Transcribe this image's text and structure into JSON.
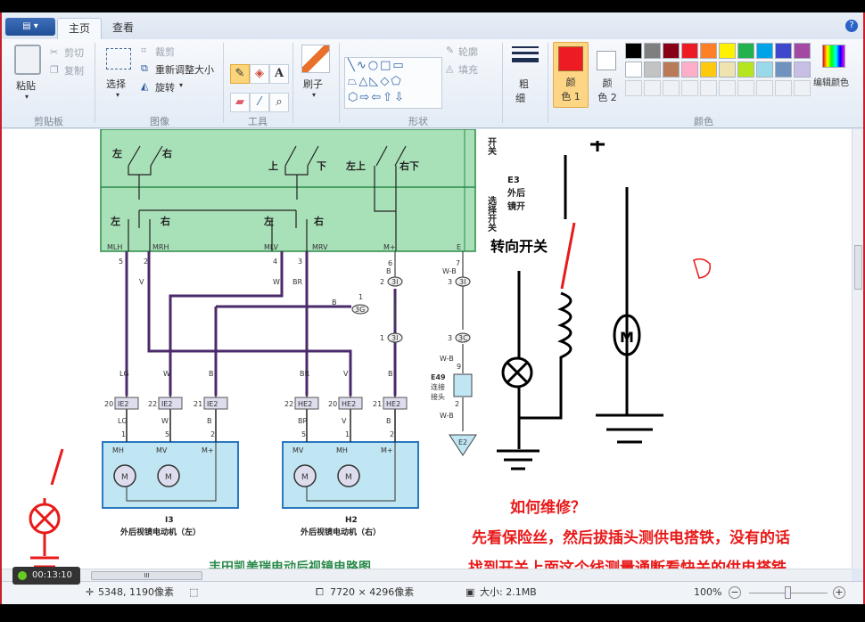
{
  "app": {
    "menu_icon": "paint-menu-icon",
    "tabs": [
      {
        "label": "主页",
        "active": true
      },
      {
        "label": "查看",
        "active": false
      }
    ]
  },
  "ribbon": {
    "clipboard": {
      "paste": "粘贴",
      "cut": "剪切",
      "copy": "复制",
      "group": "剪贴板"
    },
    "image": {
      "select": "选择",
      "crop": "裁剪",
      "resize": "重新调整大小",
      "rotate": "旋转",
      "group": "图像"
    },
    "tools": {
      "group": "工具",
      "text_glyph": "A",
      "active": "pencil"
    },
    "brushes": {
      "label": "刷子"
    },
    "shapes": {
      "outline": "轮廓",
      "fill": "填充",
      "group": "形状"
    },
    "size": {
      "label1": "粗",
      "label2": "细"
    },
    "color1": {
      "label1": "颜",
      "label2": "色 1",
      "value": "#ed1c24"
    },
    "color2": {
      "label1": "颜",
      "label2": "色 2",
      "value": "#ffffff"
    },
    "palette_row1": [
      "#000000",
      "#7f7f7f",
      "#880015",
      "#ed1c24",
      "#ff7f27",
      "#fff200",
      "#22b14c",
      "#00a2e8",
      "#3f48cc",
      "#a349a4"
    ],
    "palette_row2": [
      "#ffffff",
      "#c3c3c3",
      "#b97a57",
      "#ffaec9",
      "#ffc90e",
      "#efe4b0",
      "#b5e61d",
      "#99d9ea",
      "#7092be",
      "#c8bfe7"
    ],
    "edit_colors": "编辑颜色",
    "colors_group": "颜色"
  },
  "diagram": {
    "title": "丰田凯美瑞电动后视镜电路图",
    "switch_labels": {
      "left": "左",
      "right": "右",
      "up": "上",
      "down": "下",
      "upleft": "左上",
      "downright": "右下",
      "sw1": "开关",
      "sw2": "选择开关"
    },
    "e3": [
      "E3",
      "外后",
      "镜开"
    ],
    "terminals": [
      "MLH",
      "MRH",
      "MLV",
      "MRV",
      "M+",
      "E"
    ],
    "pins": [
      "5",
      "2",
      "4",
      "3",
      "6",
      "7"
    ],
    "wires_top": [
      "V",
      "W",
      "BR",
      "B",
      "W-B"
    ],
    "connectors": {
      "c31a": "3I",
      "c31b": "3I",
      "c3i2": "3I",
      "c3g": "3G",
      "c3c": "3C",
      "pin_2": "2",
      "pin_3": "3",
      "pin_1": "1",
      "pin_1b": "1",
      "pin_3c": "3",
      "b": "B"
    },
    "e49": [
      "W-B",
      "9",
      "E49",
      "连接",
      "接头",
      "2",
      "W-B",
      "E2"
    ],
    "left_motor": {
      "wires": [
        "LG",
        "W",
        "B"
      ],
      "pins": [
        "20",
        "22",
        "21"
      ],
      "conn": "IE2",
      "wires2": [
        "LG",
        "W",
        "B"
      ],
      "pins2": [
        "1",
        "5",
        "2"
      ],
      "terms": [
        "MH",
        "MV",
        "M+"
      ],
      "id": "I3",
      "name": "外后视镜电动机（左）"
    },
    "right_motor": {
      "wires": [
        "BR",
        "V",
        "B"
      ],
      "pins": [
        "22",
        "20",
        "21"
      ],
      "conn": "HE2",
      "wires2": [
        "BR",
        "V",
        "B"
      ],
      "pins2": [
        "5",
        "1",
        "2"
      ],
      "terms": [
        "MV",
        "MH",
        "M+"
      ],
      "id": "H2",
      "name": "外后视镜电动机（右）"
    },
    "motor_glyph": "M"
  },
  "annotations": {
    "turn_switch": "转向开关",
    "question": "如何维修？",
    "line1": "先看保险丝，然后拔插头测供电搭铁，没有的话",
    "line2": "找到开关上面这个线测量通断看快关的供电搭铁",
    "motor_glyph": "M"
  },
  "status": {
    "cursor": "5348, 1190像素",
    "selection": "",
    "dimensions": "7720 × 4296像素",
    "size": "大小: 2.1MB",
    "zoom": "100%",
    "zoom_level": 0.5
  },
  "recorder": {
    "time": "00:13:10"
  }
}
